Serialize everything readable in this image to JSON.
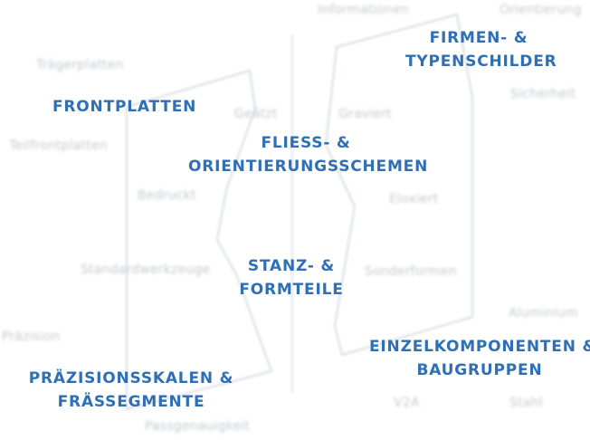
{
  "colors": {
    "category": "#2f6fb4",
    "background_word": "#c4c8cd",
    "shape_stroke": "#dfe3e8"
  },
  "background_words": {
    "informationen": "Informationen",
    "orientierung": "Orientierung",
    "traegerplatten": "Trägerplatten",
    "sicherheit": "Sicherheit",
    "geaetzt": "Geätzt",
    "graviert": "Graviert",
    "teilfrontplatten": "Teilfrontplatten",
    "bedruckt": "Bedruckt",
    "eloxiert": "Eloxiert",
    "standardwerkzeuge": "Standardwerkzeuge",
    "sonderformen": "Sonderformen",
    "aluminium": "Aluminium",
    "praezision": "Präzision",
    "v2a": "V2A",
    "stahl": "Stahl",
    "passgenauigkeit": "Passgenauigkeit"
  },
  "categories": {
    "frontplatten": {
      "line1": "FRONTPLATTEN"
    },
    "firmen": {
      "line1": "FIRMEN- &",
      "line2": "TYPENSCHILDER"
    },
    "fliess": {
      "line1": "FLIESS- &",
      "line2": "ORIENTIERUNGSSCHEMEN"
    },
    "stanz": {
      "line1": "STANZ- &",
      "line2": "FORMTEILE"
    },
    "einzel": {
      "line1": "EINZELKOMPONENTEN &",
      "line2": "BAUGRUPPEN"
    },
    "praezision": {
      "line1": "PRÄZISIONSSKALEN &",
      "line2": "FRÄSSEGMENTE"
    }
  }
}
